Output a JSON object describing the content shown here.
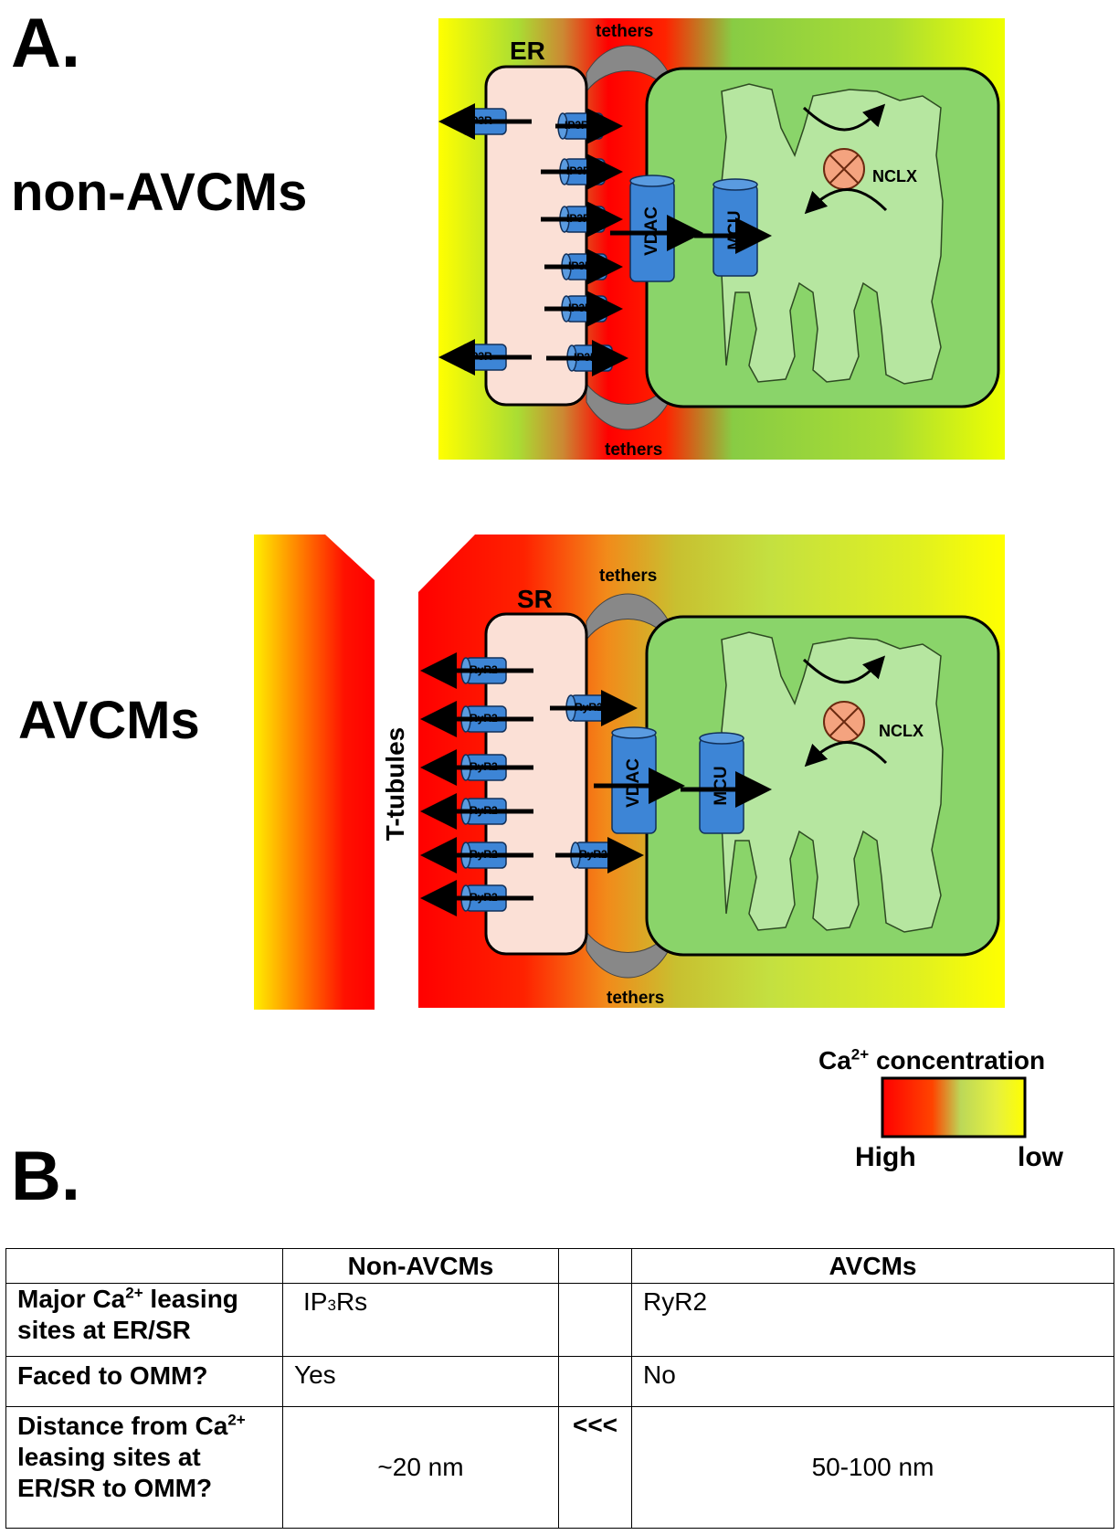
{
  "panel_a": {
    "letter": "A.",
    "rows": [
      {
        "title": "non-AVCMs",
        "store_label": "ER",
        "channel_label": "IP3R",
        "tethers_label": "tethers",
        "vdac_label": "VDAC",
        "mcu_label": "MCU",
        "nclx_label": "NCLX"
      },
      {
        "title": "AVCMs",
        "store_label": "SR",
        "channel_label": "RyR2",
        "tethers_label": "tethers",
        "vdac_label": "VDAC",
        "mcu_label": "MCU",
        "nclx_label": "NCLX",
        "ttubule_label": "T-tubules"
      }
    ]
  },
  "legend": {
    "title_prefix": "Ca",
    "title_sup": "2+",
    "title_suffix": " concentration",
    "high_label": "High",
    "low_label": "low"
  },
  "colors": {
    "high_ca": "#ff0000",
    "mid_ca": "#ff8c00",
    "low_ca": "#ffff00",
    "mid_green": "#88cc44",
    "mito_outer": "#8ad46a",
    "mito_inner": "#b6e6a0",
    "store": "#fbe0d6",
    "channel": "#3d85d6",
    "nclx": "#f4a37f",
    "tether": "#888888"
  },
  "panel_b": {
    "letter": "B.",
    "table": {
      "header_non": "Non-AVCMs",
      "header_avcm": "AVCMs",
      "row1_label_a": "Major Ca",
      "row1_label_sup": "2+",
      "row1_label_b": " leasing sites at ER/SR",
      "row1_non_a": "IP",
      "row1_non_sub": "3",
      "row1_non_b": "Rs",
      "row1_avcm": "RyR2",
      "row2_label": "Faced to OMM?",
      "row2_non": "Yes",
      "row2_avcm": "No",
      "row3_label_a": "Distance from Ca",
      "row3_label_sup": "2+",
      "row3_label_b": " leasing sites at ER/SR to OMM?",
      "row3_non": "~20 nm",
      "row3_compare": "<<<",
      "row3_avcm": "50-100 nm"
    }
  }
}
